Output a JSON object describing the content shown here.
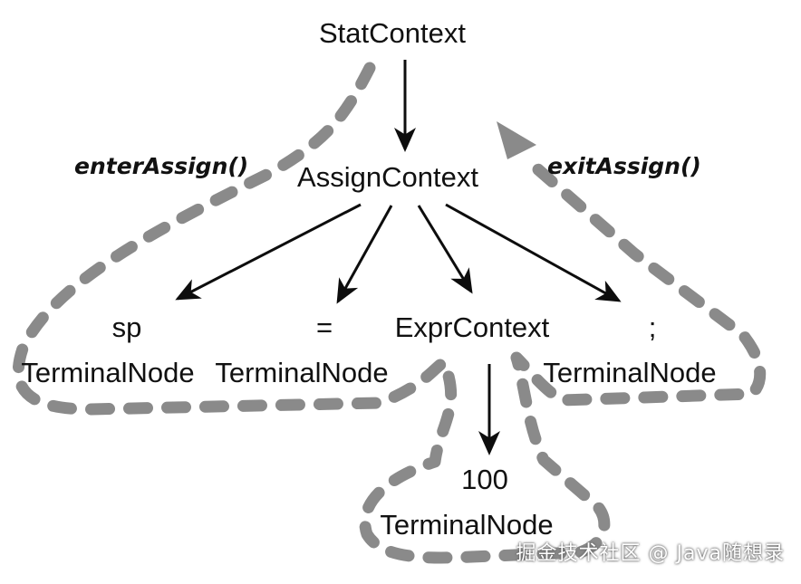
{
  "nodes": {
    "stat_context": {
      "label": "StatContext"
    },
    "assign_context": {
      "label": "AssignContext"
    },
    "sp_terminal": {
      "line1": "sp",
      "line2": "TerminalNode"
    },
    "eq_terminal": {
      "line1": "=",
      "line2": "TerminalNode"
    },
    "expr_context": {
      "label": "ExprContext"
    },
    "semi_terminal": {
      "line1": ";",
      "line2": "TerminalNode"
    },
    "num_terminal": {
      "line1": "100",
      "line2": "TerminalNode"
    }
  },
  "callbacks": {
    "enter": "enterAssign()",
    "exit": "exitAssign()"
  },
  "watermark": "掘金技术社区 @ Java随想录",
  "colors": {
    "node_text": "#111111",
    "edge": "#0d0d0d",
    "walk_path": "#8a8a8a"
  }
}
